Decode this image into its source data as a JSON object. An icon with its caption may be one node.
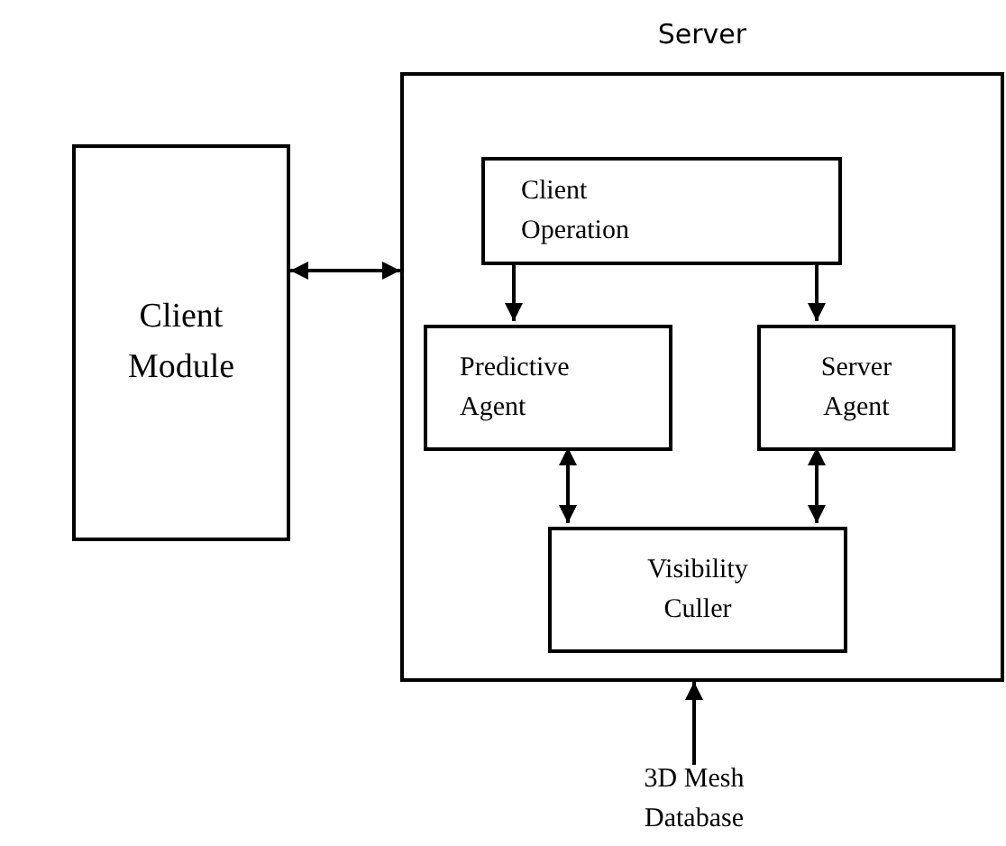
{
  "diagram": {
    "nodes": [
      {
        "text": [
          "Client Module"
        ]
      },
      {
        "text": [
          "Server"
        ]
      },
      {
        "text": [
          "Client Operation"
        ],
        "in": 1
      },
      {
        "text": [
          "Predictive Agent"
        ],
        "in": 1
      },
      {
        "text": [
          "Server Agent"
        ],
        "in": 1
      },
      {
        "text": [
          "Visibility Culler"
        ],
        "in": 1
      },
      {
        "text": [
          "3D Mesh Database"
        ]
      }
    ],
    "edges": [
      {
        "from": 0,
        "to": 1,
        "arrow": "both"
      },
      {
        "from": 2,
        "to": 3,
        "arrow": "to"
      },
      {
        "from": 2,
        "to": 4,
        "arrow": "to"
      },
      {
        "from": 3,
        "to": 5,
        "arrow": "both"
      },
      {
        "from": 4,
        "to": 5,
        "arrow": "both"
      },
      {
        "from": 6,
        "to": 1,
        "arrow": "to"
      }
    ]
  }
}
